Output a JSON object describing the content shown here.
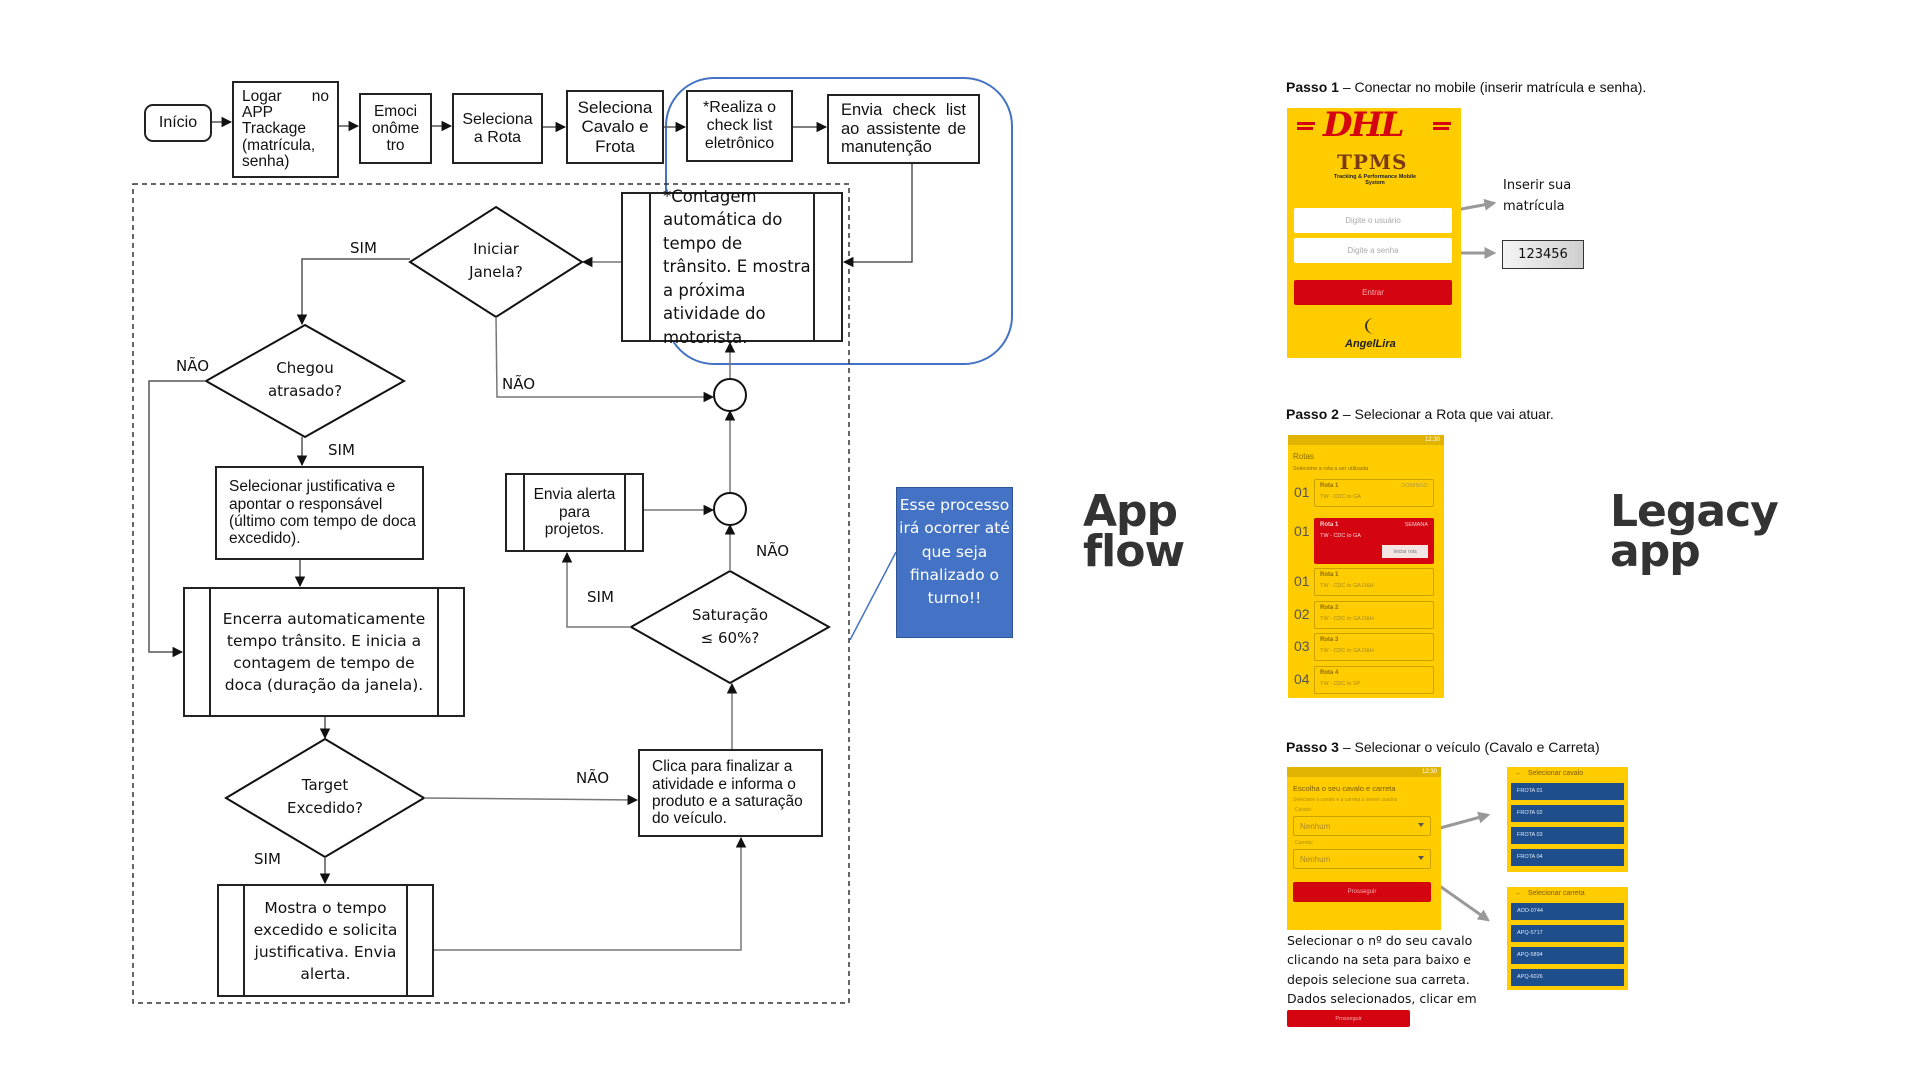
{
  "flowchart": {
    "top_row": {
      "start": "Início",
      "login": "Logar no APP Trackage (matrícula, senha)",
      "emotion_meter": "Emoci onôme tro",
      "select_route": "Seleciona a Rota",
      "select_vehicle": "Seleciona Cavalo e Frota",
      "checklist": "*Realiza o check list eletrônico",
      "send_checklist": "Envia check list ao assistente de manutenção"
    },
    "nodes": {
      "transit_count": "*Contagem automática do tempo de trânsito. E mostra a próxima atividade do motorista.",
      "start_window_q": "Iniciar Janela?",
      "arrived_late_q": "Chegou atrasado?",
      "select_justification": "Selecionar justificativa e apontar o responsável (último com tempo de doca excedido).",
      "end_transit": "Encerra automaticamente tempo trânsito. E inicia a contagem de tempo de doca (duração da janela).",
      "target_exceeded_q": "Target Excedido?",
      "show_exceeded": "Mostra o tempo excedido e solicita justificativa. Envia alerta.",
      "finish_activity": "Clica para finalizar a atividade e informa o produto e a saturação do veículo.",
      "saturation_q": "Saturação ≤ 60%?",
      "send_alert": "Envia alerta para projetos."
    },
    "edge_labels": {
      "start_window_yes": "SIM",
      "start_window_no": "NÃO",
      "arrived_late_no": "NÃO",
      "arrived_late_yes": "SIM",
      "target_no": "NÃO",
      "target_yes": "SIM",
      "saturation_yes": "SIM",
      "saturation_no": "NÃO"
    },
    "note": "Esse processo irá ocorrer até que seja finalizado o turno!!",
    "colors": {
      "note_bg": "#4472c4",
      "group_outline": "#4472c4"
    }
  },
  "section_labels": {
    "app_flow": "App flow",
    "legacy_app": "Legacy app"
  },
  "legacy": {
    "step1": {
      "title_bold": "Passo 1",
      "title_rest": " – Conectar no mobile (inserir matrícula e senha).",
      "logo": "DHL",
      "app_logo": "TPMS",
      "app_subtitle": "Tracking & Performance Mobile System",
      "user_placeholder": "Digite o usuário",
      "password_placeholder": "Digite a senha",
      "login_button": "Entrar",
      "footer_brand": "AngelLira",
      "callout_user": "Inserir sua matrícula",
      "callout_password_value": "123456"
    },
    "step2": {
      "title_bold": "Passo 2",
      "title_rest": " – Selecionar a Rota que vai atuar.",
      "status_time": "12:30",
      "screen_title": "Rotas",
      "screen_subtitle": "Selecione a rota a ser utilizada",
      "routes": [
        {
          "num": "01",
          "name": "Rota 1",
          "desc": "TW - CDC to GA",
          "day": "DOMINGO",
          "selected": false
        },
        {
          "num": "01",
          "name": "Rota 1",
          "desc": "TW - CDC to GA",
          "day": "SEMANA",
          "selected": true,
          "action": "Iniciar rota"
        },
        {
          "num": "01",
          "name": "Rota 1",
          "desc": "TW - CDC to GA D&H",
          "day": "",
          "selected": false
        },
        {
          "num": "02",
          "name": "Rota 2",
          "desc": "TW - CDC to GA D&H",
          "day": "",
          "selected": false
        },
        {
          "num": "03",
          "name": "Rota 3",
          "desc": "TW - CDC to GA D&H",
          "day": "",
          "selected": false
        },
        {
          "num": "04",
          "name": "Rota 4",
          "desc": "TW - CDC to SP",
          "day": "",
          "selected": false
        }
      ]
    },
    "step3": {
      "title_bold": "Passo 3",
      "title_rest": " – Selecionar o veículo (Cavalo e Carreta)",
      "status_time": "12:30",
      "screen_title": "Escolha o seu cavalo e carreta",
      "screen_subtitle": "Selecione o cavalo e a carreta a serem usados",
      "cavalo_label": "Cavalo:",
      "cavalo_value": "Nenhum",
      "carreta_label": "Carreta:",
      "carreta_value": "Nenhum",
      "proceed_button": "Prosseguir",
      "cavalo_list_title": "Selecionar cavalo",
      "cavalo_list": [
        "FROTA 01",
        "FROTA 02",
        "FROTA 03",
        "FROTA 04"
      ],
      "carreta_list_title": "Selecionar carreta",
      "carreta_list": [
        "AOD-0744",
        "APQ-5717",
        "APQ-5894",
        "APQ-6026"
      ],
      "instructions": "Selecionar o nº do seu cavalo clicando na seta para baixo e depois selecione sua carreta. Dados selecionados, clicar em",
      "inline_button": "Prosseguir"
    },
    "colors": {
      "dhl_yellow": "#ffcc00",
      "dhl_red": "#d40511",
      "list_blue": "#1f4e8c"
    }
  }
}
